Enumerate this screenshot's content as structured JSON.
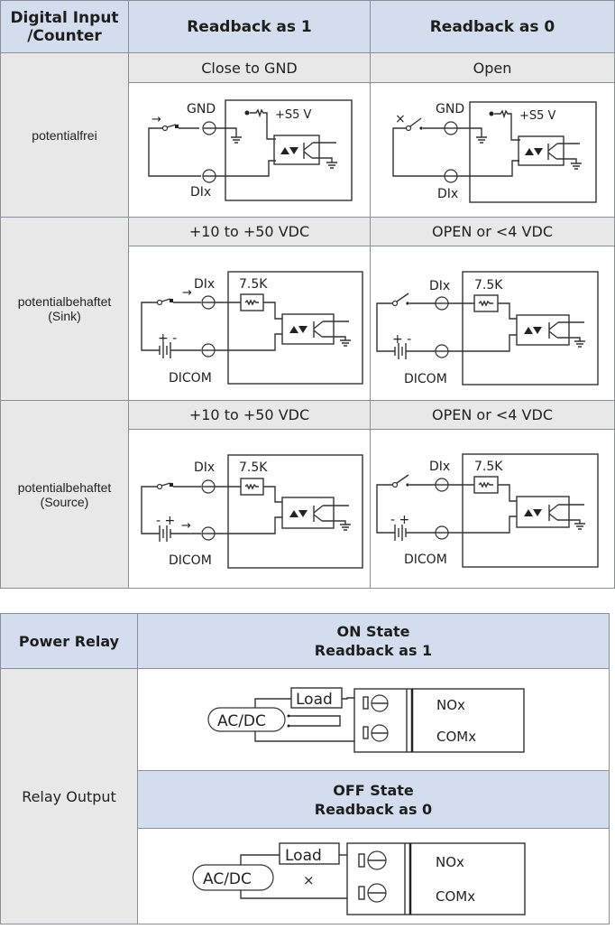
{
  "digital_input_table": {
    "corner_header": "Digital Input\n/Counter",
    "col_headers": [
      "Readback as 1",
      "Readback as 0"
    ],
    "rows": [
      {
        "label": "potentialfrei",
        "conditions": [
          "Close to GND",
          "Open"
        ],
        "terminals": {
          "top": "GND",
          "bottom": "DIx",
          "supply": "+S5 V"
        }
      },
      {
        "label": "potentialbehaftet\n(Sink)",
        "conditions": [
          "+10 to +50 VDC",
          "OPEN or <4 VDC"
        ],
        "terminals": {
          "top": "DIx",
          "bottom": "DICOM",
          "resistor": "7.5K"
        },
        "polarity": "+ -"
      },
      {
        "label": "potentialbehaftet\n(Source)",
        "conditions": [
          "+10 to +50 VDC",
          "OPEN or <4 VDC"
        ],
        "terminals": {
          "top": "DIx",
          "bottom": "DICOM",
          "resistor": "7.5K"
        },
        "polarity": "- +"
      }
    ],
    "symbols": {
      "closed_arrow": "→",
      "open_mark": "×"
    }
  },
  "power_relay_table": {
    "corner_header": "Power Relay",
    "row_label": "Relay Output",
    "states": [
      {
        "title": "ON State\nReadback as 1",
        "source": "AC/DC",
        "load": "Load",
        "terminals": [
          "NOx",
          "COMx"
        ]
      },
      {
        "title": "OFF State\nReadback as 0",
        "source": "AC/DC",
        "load": "Load",
        "terminals": [
          "NOx",
          "COMx"
        ],
        "mark": "×"
      }
    ]
  }
}
